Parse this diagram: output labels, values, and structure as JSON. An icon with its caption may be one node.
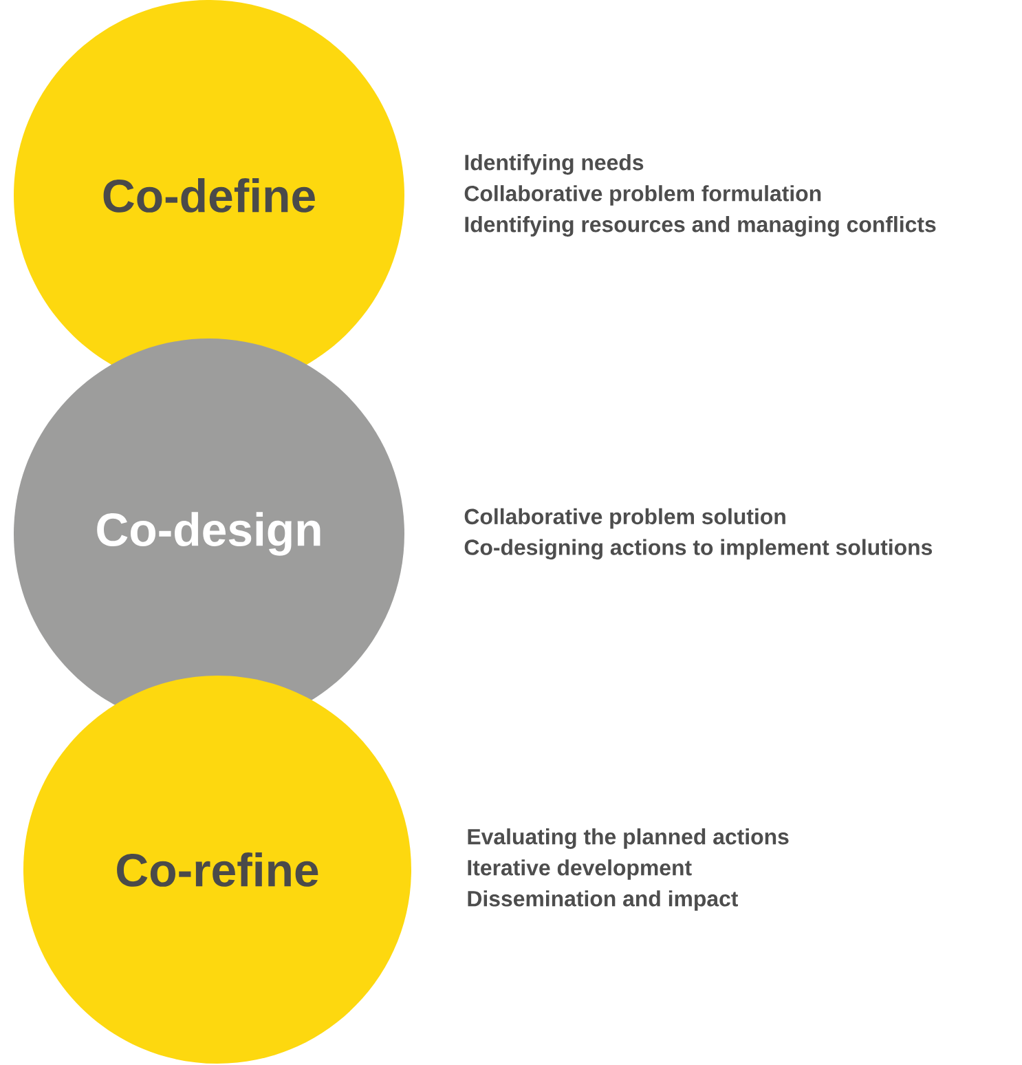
{
  "diagram": {
    "nodes": [
      {
        "text": [
          "Co-define"
        ],
        "beside": [
          "Identifying needs",
          "Collaborative problem formulation",
          "Identifying resources and managing conflicts"
        ]
      },
      {
        "text": [
          "Co-design"
        ],
        "beside": [
          "Collaborative problem solution",
          "Co-designing actions to implement solutions"
        ]
      },
      {
        "text": [
          "Co-refine"
        ],
        "beside": [
          "Evaluating the planned actions",
          "Iterative development",
          "Dissemination and impact"
        ]
      }
    ]
  }
}
